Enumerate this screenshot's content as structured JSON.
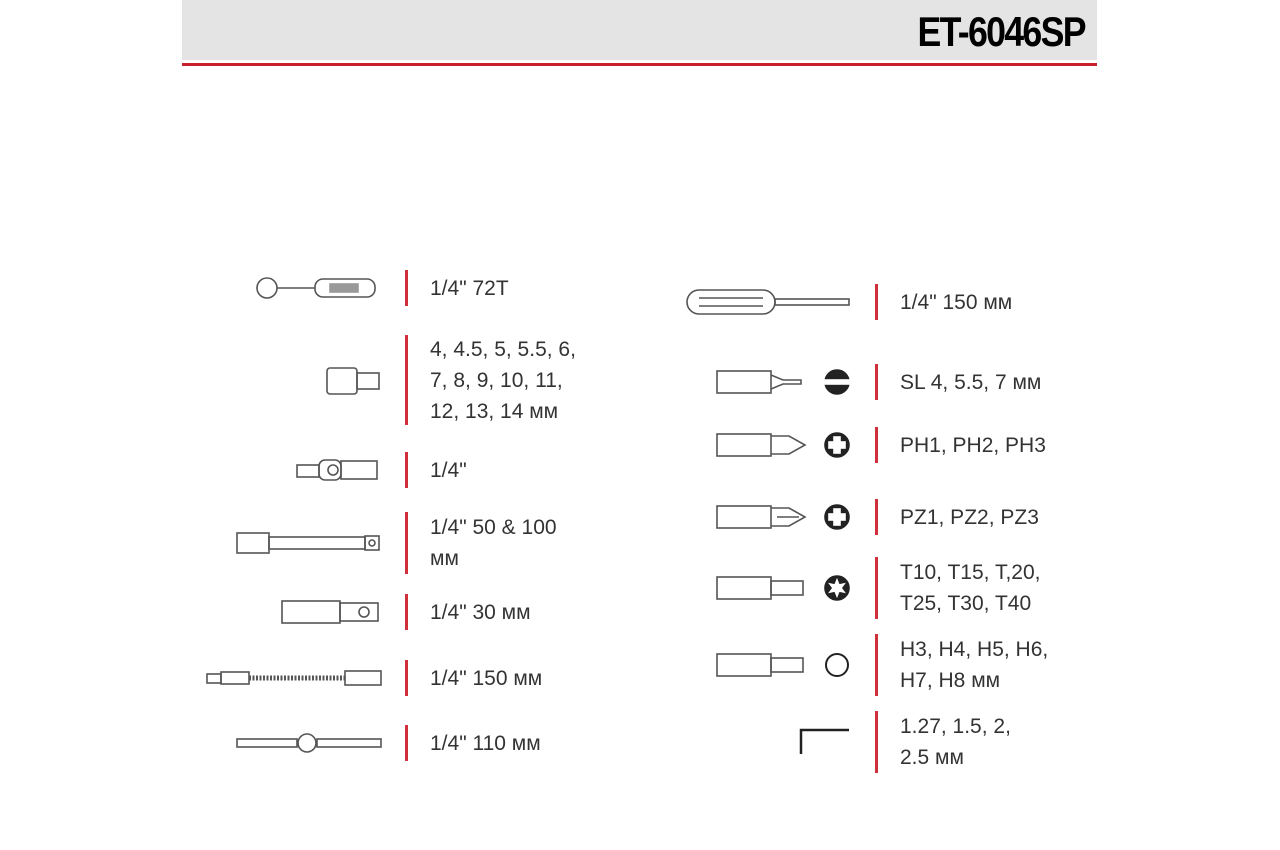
{
  "header": {
    "model": "ET-6046SP"
  },
  "left_items": [
    {
      "icon": "ratchet-icon",
      "text": "1/4\" 72T"
    },
    {
      "icon": "socket-icon",
      "text": "4, 4.5, 5, 5.5, 6,\n7, 8, 9, 10, 11,\n12, 13, 14 мм"
    },
    {
      "icon": "universal-joint-icon",
      "text": "1/4\""
    },
    {
      "icon": "extension-bar-icon",
      "text": "1/4\" 50 & 100\nмм"
    },
    {
      "icon": "bit-adapter-icon",
      "text": "1/4\" 30 мм"
    },
    {
      "icon": "flexible-extension-icon",
      "text": "1/4\" 150 мм"
    },
    {
      "icon": "t-handle-icon",
      "text": "1/4\" 110 мм"
    }
  ],
  "right_items": [
    {
      "icon": "screwdriver-handle-icon",
      "text": "1/4\" 150 мм"
    },
    {
      "icon": "slotted-bit-icon",
      "text": "SL 4, 5.5, 7 мм"
    },
    {
      "icon": "phillips-bit-icon",
      "text": "PH1, PH2, PH3"
    },
    {
      "icon": "pozidriv-bit-icon",
      "text": "PZ1, PZ2, PZ3"
    },
    {
      "icon": "torx-bit-icon",
      "text": "T10, T15, T,20,\nT25, T30, T40"
    },
    {
      "icon": "hex-bit-icon",
      "text": "H3, H4, H5, H6,\nH7, H8 мм"
    },
    {
      "icon": "hex-key-icon",
      "text": "1.27, 1.5, 2,\n2.5 мм"
    }
  ],
  "colors": {
    "accent": "#c8202c",
    "header_bg": "#e4e4e4"
  }
}
